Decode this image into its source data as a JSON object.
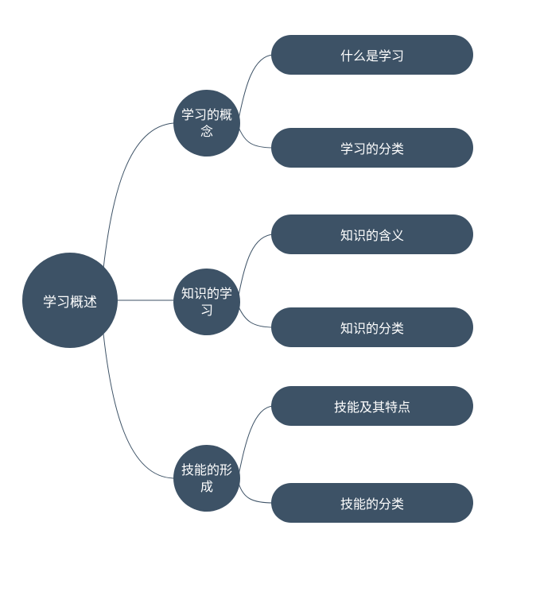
{
  "diagram": {
    "node_color": "#3d5266",
    "edge_color": "#3d5266",
    "text_color": "#ffffff",
    "root": {
      "label": "学习概述"
    },
    "branches": [
      {
        "label": "学习的概念",
        "children": [
          {
            "label": "什么是学习"
          },
          {
            "label": "学习的分类"
          }
        ]
      },
      {
        "label": "知识的学习",
        "children": [
          {
            "label": "知识的含义"
          },
          {
            "label": "知识的分类"
          }
        ]
      },
      {
        "label": "技能的形成",
        "children": [
          {
            "label": "技能及其特点"
          },
          {
            "label": "技能的分类"
          }
        ]
      }
    ]
  }
}
